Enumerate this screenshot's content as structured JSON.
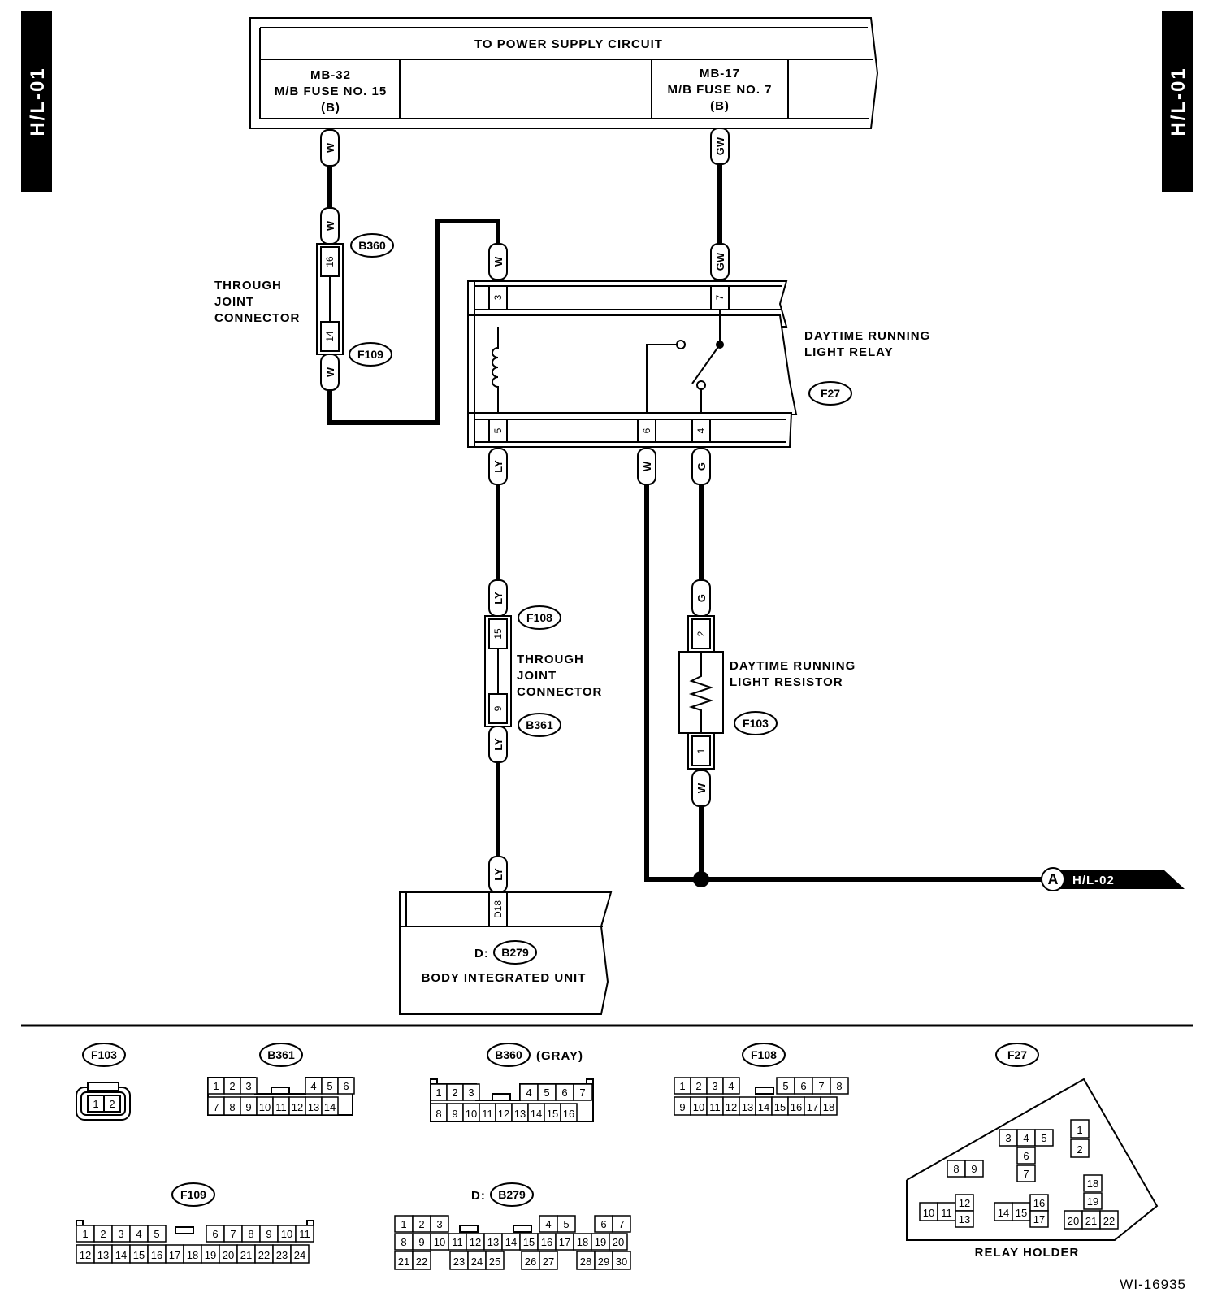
{
  "tabs": {
    "left": "H/L-01",
    "right": "H/L-01"
  },
  "power_supply": {
    "title": "TO POWER SUPPLY CIRCUIT",
    "fuse_left": [
      "MB-32",
      "M/B FUSE NO. 15",
      "(B)"
    ],
    "fuse_right": [
      "MB-17",
      "M/B FUSE NO. 7",
      "(B)"
    ]
  },
  "wire_colors": {
    "w": "W",
    "gw": "GW",
    "ly": "LY",
    "g": "G"
  },
  "pins": {
    "p16": "16",
    "p14": "14",
    "p3": "3",
    "p7": "7",
    "p5": "5",
    "p6": "6",
    "p4": "4",
    "p15": "15",
    "p9": "9",
    "p2": "2",
    "p1": "1",
    "d18": "D18"
  },
  "connectors": {
    "b360": "B360",
    "f109": "F109",
    "f27": "F27",
    "f108": "F108",
    "b361": "B361",
    "f103": "F103",
    "b279": "B279"
  },
  "labels": {
    "through_joint_1": [
      "THROUGH",
      "JOINT",
      "CONNECTOR"
    ],
    "through_joint_2": [
      "THROUGH",
      "JOINT",
      "CONNECTOR"
    ],
    "relay": [
      "DAYTIME RUNNING",
      "LIGHT RELAY"
    ],
    "resistor": [
      "DAYTIME RUNNING",
      "LIGHT RESISTOR"
    ],
    "biu_prefix": "D:",
    "biu": "BODY INTEGRATED UNIT",
    "ref_letter": "A",
    "ref_page": "H/L-02",
    "gray": "(GRAY)",
    "relay_holder": "RELAY HOLDER",
    "d_prefix": "D:",
    "figure_id": "WI-16935"
  }
}
